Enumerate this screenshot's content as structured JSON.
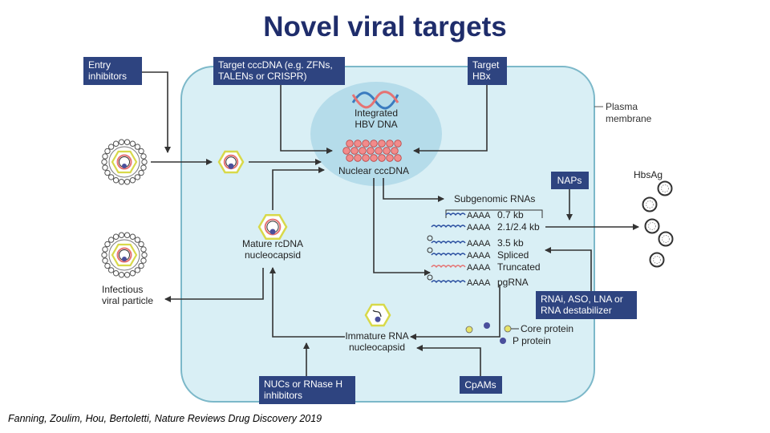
{
  "title": "Novel viral targets",
  "citation": "Fanning, Zoulim, Hou, Bertoletti, Nature Reviews Drug Discovery 2019",
  "colors": {
    "title": "#1f2d6b",
    "drug_box": "#2e4480",
    "cell_fill": "#d9eff5",
    "cell_stroke": "#7cb8c9",
    "nucleus_fill": "#b5dcea",
    "cccdna": "#f28b8b",
    "hexagon": "#d8d94a",
    "capsid_ring": "#e57373",
    "core_protein": "#e6e36a",
    "p_protein": "#4a4f9c"
  },
  "drug_boxes": {
    "entry": [
      "Entry",
      "inhibitors"
    ],
    "cccdna": [
      "Target cccDNA (e.g. ZFNs,",
      "TALENs or CRISPR)"
    ],
    "hbx": [
      "Target",
      "HBx"
    ],
    "naps": [
      "NAPs"
    ],
    "rnai": [
      "RNAi, ASO, LNA or",
      "RNA destabilizer"
    ],
    "nucs": [
      "NUCs or RNase H",
      "inhibitors"
    ],
    "cpams": [
      "CpAMs"
    ]
  },
  "labels": {
    "integrated": [
      "Integrated",
      "HBV DNA"
    ],
    "nuclear_cccdna": "Nuclear cccDNA",
    "plasma_membrane": [
      "Plasma",
      "membrane"
    ],
    "subgenomic": "Subgenomic RNAs",
    "mature": [
      "Mature rcDNA",
      "nucleocapsid"
    ],
    "infectious": [
      "Infectious",
      "viral particle"
    ],
    "immature": [
      "Immature RNA",
      "nucleocapsid"
    ],
    "core_protein": "Core protein",
    "p_protein": "P protein",
    "hbsag": "HbsAg"
  },
  "rna_species": [
    {
      "tail": "AAAA",
      "label": "0.7 kb"
    },
    {
      "tail": "AAAA",
      "label": "2.1/2.4 kb"
    },
    {
      "tail": "AAAA",
      "label": "3.5 kb"
    },
    {
      "tail": "AAAA",
      "label": "Spliced"
    },
    {
      "tail": "AAAA",
      "label": "Truncated"
    },
    {
      "tail": "AAAA",
      "label": "pgRNA"
    }
  ]
}
